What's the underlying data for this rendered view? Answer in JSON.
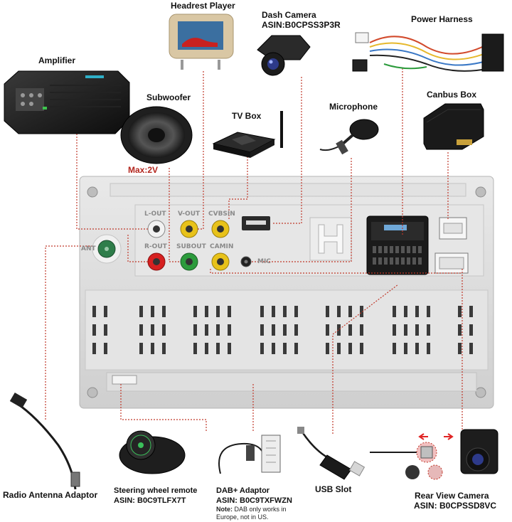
{
  "components": {
    "headrest_player": {
      "label": "Headrest Player"
    },
    "dash_camera": {
      "label": "Dash Camera",
      "asin": "ASIN:B0CPSS3P3R"
    },
    "power_harness": {
      "label": "Power Harness"
    },
    "amplifier": {
      "label": "Amplifier"
    },
    "subwoofer": {
      "label": "Subwoofer",
      "note": "Max:2V"
    },
    "tv_box": {
      "label": "TV Box"
    },
    "microphone": {
      "label": "Microphone"
    },
    "canbus_box": {
      "label": "Canbus Box"
    },
    "radio_antenna": {
      "label": "Radio Antenna Adaptor"
    },
    "steering_remote": {
      "label": "Steering wheel remote",
      "asin": "ASIN: B0C9TLFX7T"
    },
    "dab_adaptor": {
      "label": "DAB+ Adaptor",
      "asin": "ASIN: B0C9TXFWZN",
      "note_label": "Note:",
      "note_text_1": "DAB only works in",
      "note_text_2": "Europe, not in US."
    },
    "usb_slot": {
      "label": "USB Slot"
    },
    "rear_camera": {
      "label": "Rear View Camera",
      "asin": "ASIN: B0CPSSD8VC"
    }
  },
  "ports": {
    "l_out": "L-OUT",
    "r_out": "R-OUT",
    "v_out": "V-OUT",
    "subout": "SUBOUT",
    "cvbsin": "CVBSIN",
    "camin": "CAMIN",
    "ant": "ANT",
    "mic": "MIC"
  },
  "colors": {
    "wire": "#c0392b",
    "unit_body": "#dcdcdc",
    "rca_red": "#d62020",
    "rca_yellow": "#e8c21a",
    "rca_green": "#2c9b3c",
    "rca_white": "#f2f2f2",
    "antenna_green": "#2f7d4a"
  }
}
